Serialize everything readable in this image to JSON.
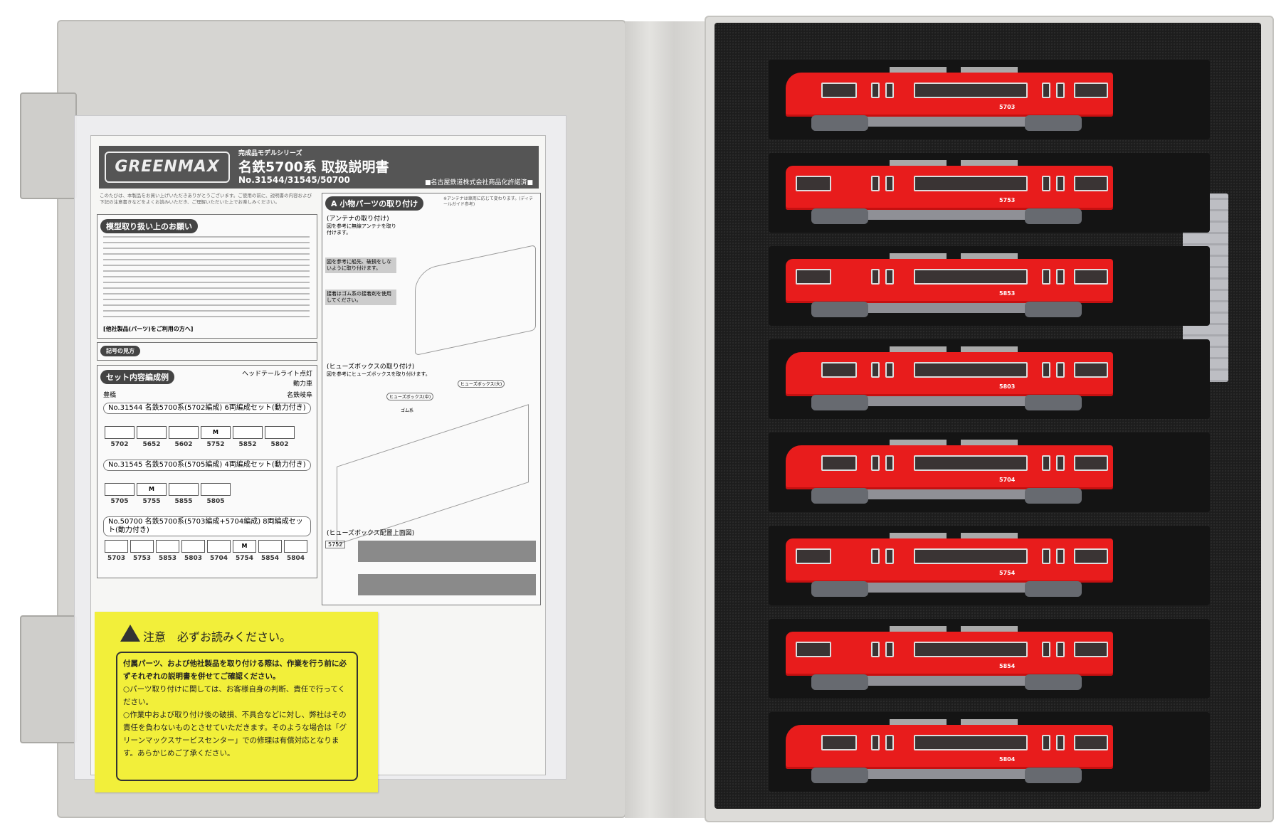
{
  "manual": {
    "brand_logo": "GREENMAX",
    "series": "完成品モデルシリーズ",
    "title": "名鉄5700系 取扱説明書",
    "product_numbers": "No.31544/31545/50700",
    "license": "■名古屋鉄道株式会社商品化許諾済■",
    "intro": "このたびは、本製品をお買い上げいただきありがとうございます。ご使用の前に、説明書の内容および下記の注意書きなどをよくお読みいただき、ご理解いただいた上でお楽しみください。",
    "handling_heading": "模型取り扱い上のお願い",
    "other_parts_heading": "[他社製品(パーツ)をご利用の方へ]",
    "symbols_label": "記号の見方",
    "parts_heading": "小物パーツの取り付け",
    "parts_section_letter": "A",
    "antenna_heading": "(アンテナの取り付け)",
    "antenna_text": "図を参考に無線アンテナを取り付けます。",
    "antenna_note": "※アンテナは車両に応じて変わります。(ディテールガイド参考)",
    "fusebox_heading": "(ヒューズボックスの取り付け)",
    "fusebox_text": "図を参考にヒューズボックスを取り付けます。",
    "fusebox_layout_heading": "(ヒューズボックス配置上面図)",
    "fusebox_mid": "ヒューズボックス(中)",
    "fusebox_large": "ヒューズボックス(大)",
    "glue": "ゴム系",
    "caution1": "図を参考に船先、破損をしないように取り付けます。",
    "caution2": "接着はゴム系の接着剤を使用してください。",
    "layout_car": "5752",
    "formation_heading": "セット内容編成例",
    "legend_light": "ヘッドテールライト点灯",
    "legend_motor": "動力車",
    "dir_left": "豊橋",
    "dir_right": "名鉄岐阜",
    "sets": [
      {
        "label": "No.31544 名鉄5700系(5702編成) 6両編成セット(動力付き)",
        "cars": [
          "5702",
          "5652",
          "5602",
          "5752",
          "5852",
          "5802"
        ],
        "motor": "M"
      },
      {
        "label": "No.31545 名鉄5700系(5705編成) 4両編成セット(動力付き)",
        "cars": [
          "5705",
          "5755",
          "5855",
          "5805"
        ],
        "motor": "M"
      },
      {
        "label": "No.50700 名鉄5700系(5703編成+5704編成) 8両編成セット(動力付き)",
        "cars": [
          "5703",
          "5753",
          "5853",
          "5803",
          "5704",
          "5754",
          "5854",
          "5804"
        ],
        "motor": "M"
      }
    ]
  },
  "sticker": {
    "title": "注意　必ずお読みください。",
    "bold": "付属パーツ、および他社製品を取り付ける際は、作業を行う前に必ずそれぞれの説明書を併せてご確認ください。",
    "item1": "○パーツ取り付けに関しては、お客様自身の判断、責任で行ってください。",
    "item2": "○作業中および取り付け後の破損、不具合などに対し、弊社はその責任を負わないものとさせていただきます。そのような場合は「グリーンマックスサービスセンター」での修理は有償対応となります。あらかじめご了承ください。",
    "color": "#f2ef3a"
  },
  "trains": {
    "body_color": "#e81c1c",
    "cars": [
      "5703",
      "5753",
      "5853",
      "5803",
      "5704",
      "5754",
      "5854",
      "5804"
    ]
  }
}
